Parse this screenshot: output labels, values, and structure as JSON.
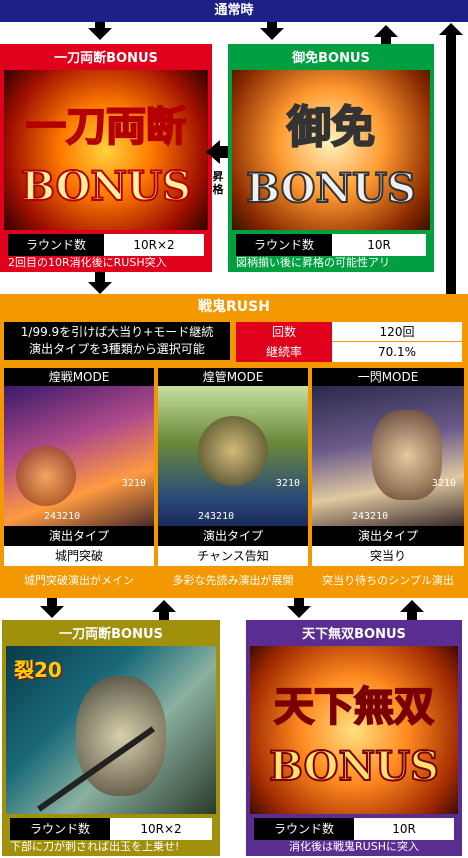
{
  "header": {
    "title": "通常時"
  },
  "ittou_top": {
    "title": "一刀両断BONUS",
    "logo_text": "一刀両断 BONUS",
    "round_label": "ラウンド数",
    "round_value": "10R×2",
    "caption": "2回目の10R消化後にRUSH突入",
    "color": "#e0001b"
  },
  "gomen": {
    "title": "御免BONUS",
    "logo_text": "御免 BONUS",
    "round_label": "ラウンド数",
    "round_value": "10R",
    "caption": "図柄揃い後に昇格の可能性アリ",
    "color": "#00a040"
  },
  "promo_label": "昇格",
  "rush": {
    "title": "戦鬼RUSH",
    "desc_line1": "1/99.9を引けば大当り+モード継続",
    "desc_line2": "演出タイプを3種類から選択可能",
    "stats": [
      {
        "label": "回数",
        "value": "120回"
      },
      {
        "label": "継続率",
        "value": "70.1%"
      }
    ],
    "color": "#f39800",
    "modes": [
      {
        "title": "煌戦MODE",
        "type_label": "演出タイプ",
        "type_value": "城門突破",
        "desc": "城門突破演出がメイン",
        "screen_count": "3210",
        "screen_total": "243210"
      },
      {
        "title": "煌管MODE",
        "type_label": "演出タイプ",
        "type_value": "チャンス告知",
        "desc": "多彩な先読み演出が展開",
        "screen_count": "3210",
        "screen_total": "243210"
      },
      {
        "title": "一閃MODE",
        "type_label": "演出タイプ",
        "type_value": "突当り",
        "desc": "突当り待ちのシンプル演出",
        "screen_count": "3210",
        "screen_total": "243210"
      }
    ]
  },
  "ittou_bottom": {
    "title": "一刀両断BONUS",
    "badge": "裂20",
    "round_label": "ラウンド数",
    "round_value": "10R×2",
    "caption": "下部に刀が刺されば出玉を上乗せ!",
    "color": "#a0900c"
  },
  "tenka": {
    "title": "天下無双BONUS",
    "logo_text": "天下無双 BONUS",
    "round_label": "ラウンド数",
    "round_value": "10R",
    "caption": "消化後は戦鬼RUSHに突入",
    "color": "#5a2d91"
  }
}
